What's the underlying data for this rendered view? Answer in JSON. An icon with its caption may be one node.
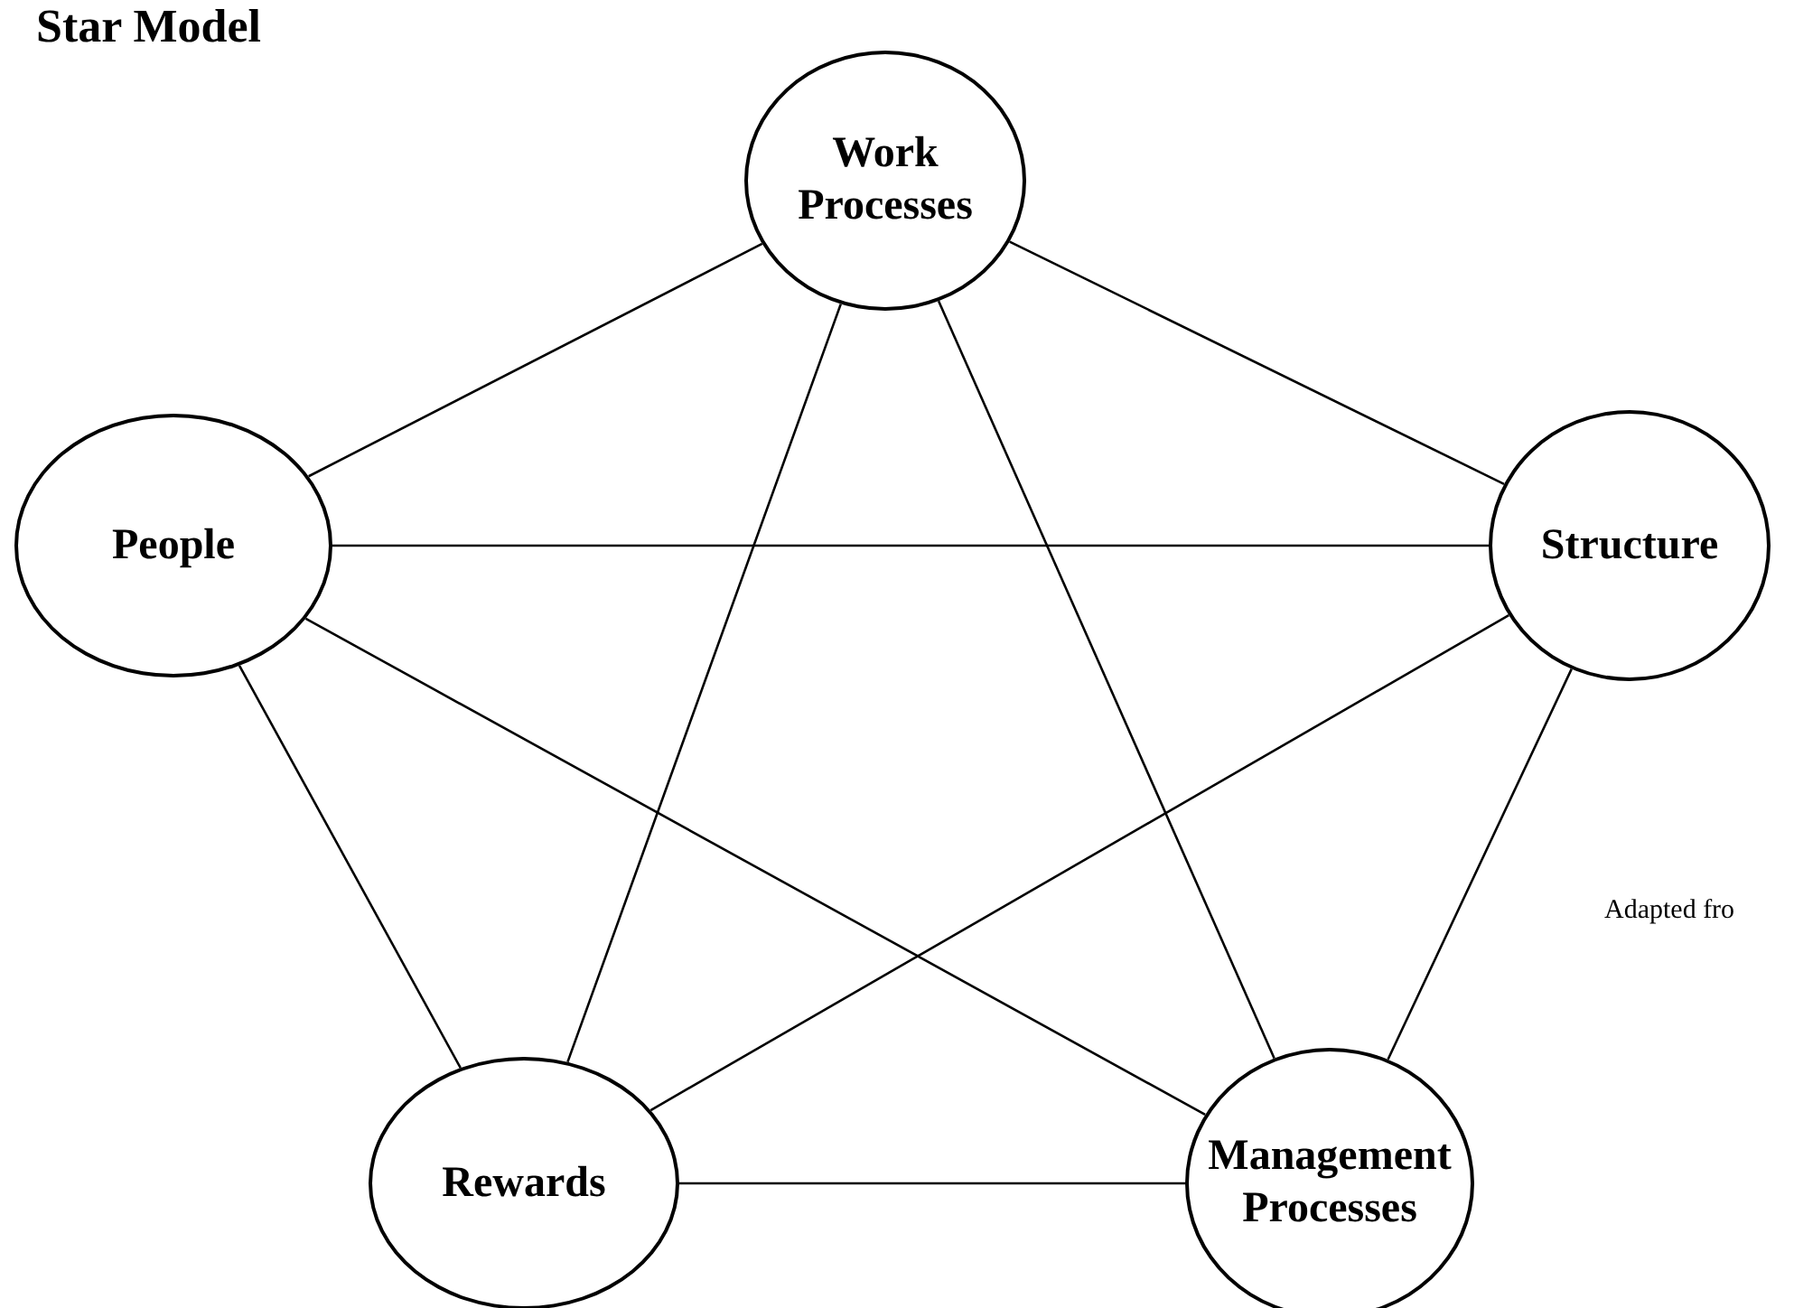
{
  "diagram": {
    "title": "Star Model",
    "nodes": [
      {
        "text": [
          "Work Processes"
        ]
      },
      {
        "text": [
          "People"
        ]
      },
      {
        "text": [
          "Structure"
        ]
      },
      {
        "text": [
          "Rewards"
        ]
      },
      {
        "text": [
          "Management Processes"
        ]
      }
    ],
    "edges": [
      {
        "from": 0,
        "to": 1,
        "arrow": "none"
      },
      {
        "from": 0,
        "to": 2,
        "arrow": "none"
      },
      {
        "from": 0,
        "to": 3,
        "arrow": "none"
      },
      {
        "from": 0,
        "to": 4,
        "arrow": "none"
      },
      {
        "from": 1,
        "to": 2,
        "arrow": "none"
      },
      {
        "from": 1,
        "to": 4,
        "arrow": "none"
      },
      {
        "from": 1,
        "to": 3,
        "arrow": "none"
      },
      {
        "from": 2,
        "to": 3,
        "arrow": "none"
      },
      {
        "from": 2,
        "to": 4,
        "arrow": "none"
      },
      {
        "from": 3,
        "to": 4,
        "arrow": "none"
      }
    ],
    "labels": [
      "Adapted fro"
    ]
  }
}
